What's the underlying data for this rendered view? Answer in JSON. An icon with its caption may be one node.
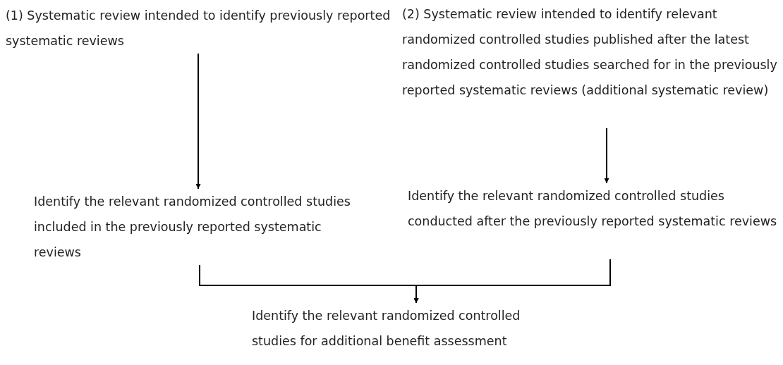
{
  "diagram": {
    "nodes": [
      {
        "text": [
          "(1) Systematic review intended to identify previously reported systematic reviews"
        ]
      },
      {
        "text": [
          "(2) Systematic review intended to identify relevant randomized controlled studies published after the latest randomized controlled studies searched for in the previously reported systematic reviews (additional systematic review)"
        ]
      },
      {
        "text": [
          "Identify the relevant randomized controlled studies included in the previously reported systematic reviews"
        ]
      },
      {
        "text": [
          "Identify the relevant randomized controlled studies conducted after the previously reported systematic reviews"
        ]
      },
      {
        "text": [
          "Identify the relevant randomized controlled studies for additional benefit assessment"
        ]
      }
    ],
    "edges": [
      {
        "from": 0,
        "to": 2,
        "arrow": "to"
      },
      {
        "from": 1,
        "to": 3,
        "arrow": "to"
      },
      {
        "from": 2,
        "to": 4,
        "arrow": "to"
      },
      {
        "from": 3,
        "to": 4,
        "arrow": "to"
      }
    ]
  }
}
